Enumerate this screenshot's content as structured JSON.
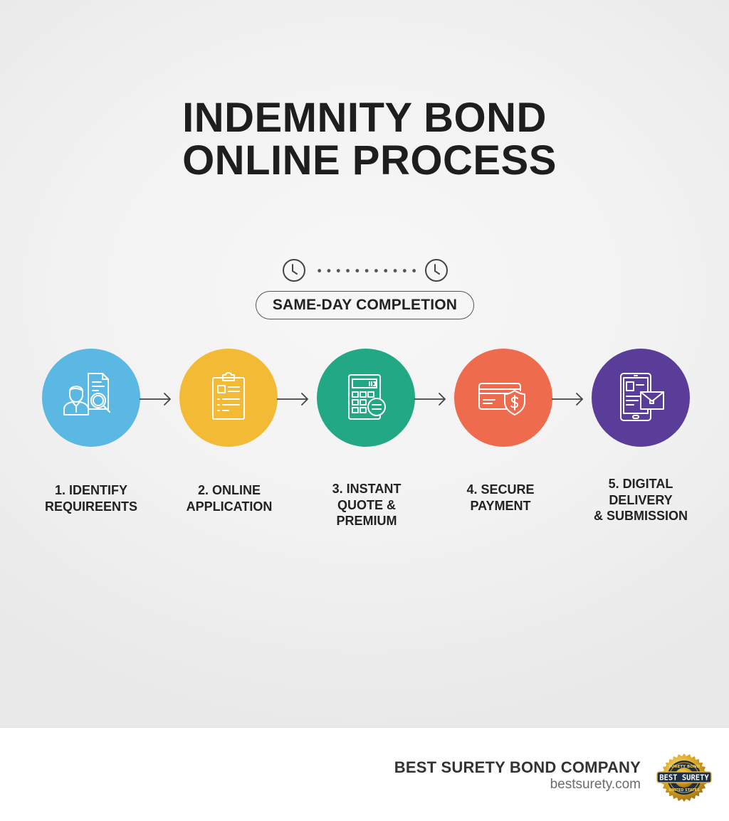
{
  "header": {
    "title_line1": "INDEMNITY BOND",
    "title_line2": "ONLINE PROCESS"
  },
  "timeline": {
    "start_icon": "clock-icon",
    "end_icon": "clock-icon",
    "connector": "dotted-line",
    "badge_label": "SAME-DAY COMPLETION"
  },
  "steps": [
    {
      "number": 1,
      "line1": "1. IDENTIFY",
      "line2": "REQUIREENTS",
      "line3": "",
      "icon": "person-document-search-icon",
      "color": "#5ab8e3"
    },
    {
      "number": 2,
      "line1": "2. ONLINE",
      "line2": "APPLICATION",
      "line3": "",
      "icon": "clipboard-form-icon",
      "color": "#f3bb35"
    },
    {
      "number": 3,
      "line1": "3. INSTANT",
      "line2": "QUOTE &",
      "line3": "PREMIUM",
      "icon": "calculator-icon",
      "color": "#22a884"
    },
    {
      "number": 4,
      "line1": "4. SECURE",
      "line2": "PAYMENT",
      "line3": "",
      "icon": "credit-card-shield-icon",
      "color": "#ef6b4e"
    },
    {
      "number": 5,
      "line1": "5. DIGITAL",
      "line2": "DELIVERY",
      "line3": "& SUBMISSION",
      "icon": "tablet-envelope-icon",
      "color": "#5a3d98"
    }
  ],
  "arrows": [
    "arrow-right-icon",
    "arrow-right-icon",
    "arrow-right-icon",
    "arrow-right-icon"
  ],
  "footer": {
    "company": "BEST SURETY BOND COMPANY",
    "url": "bestsurety.com",
    "seal": {
      "top_text": "SURETY BOND",
      "center_text": "BEST SURETY",
      "bottom_text": "UNITED STATES"
    }
  },
  "colors": {
    "background": "#f2f2f2",
    "text": "#1e1e1e",
    "step1": "#5ab8e3",
    "step2": "#f3bb35",
    "step3": "#22a884",
    "step4": "#ef6b4e",
    "step5": "#5a3d98",
    "seal_gold": "#d9a520",
    "seal_navy": "#1d2f45"
  }
}
